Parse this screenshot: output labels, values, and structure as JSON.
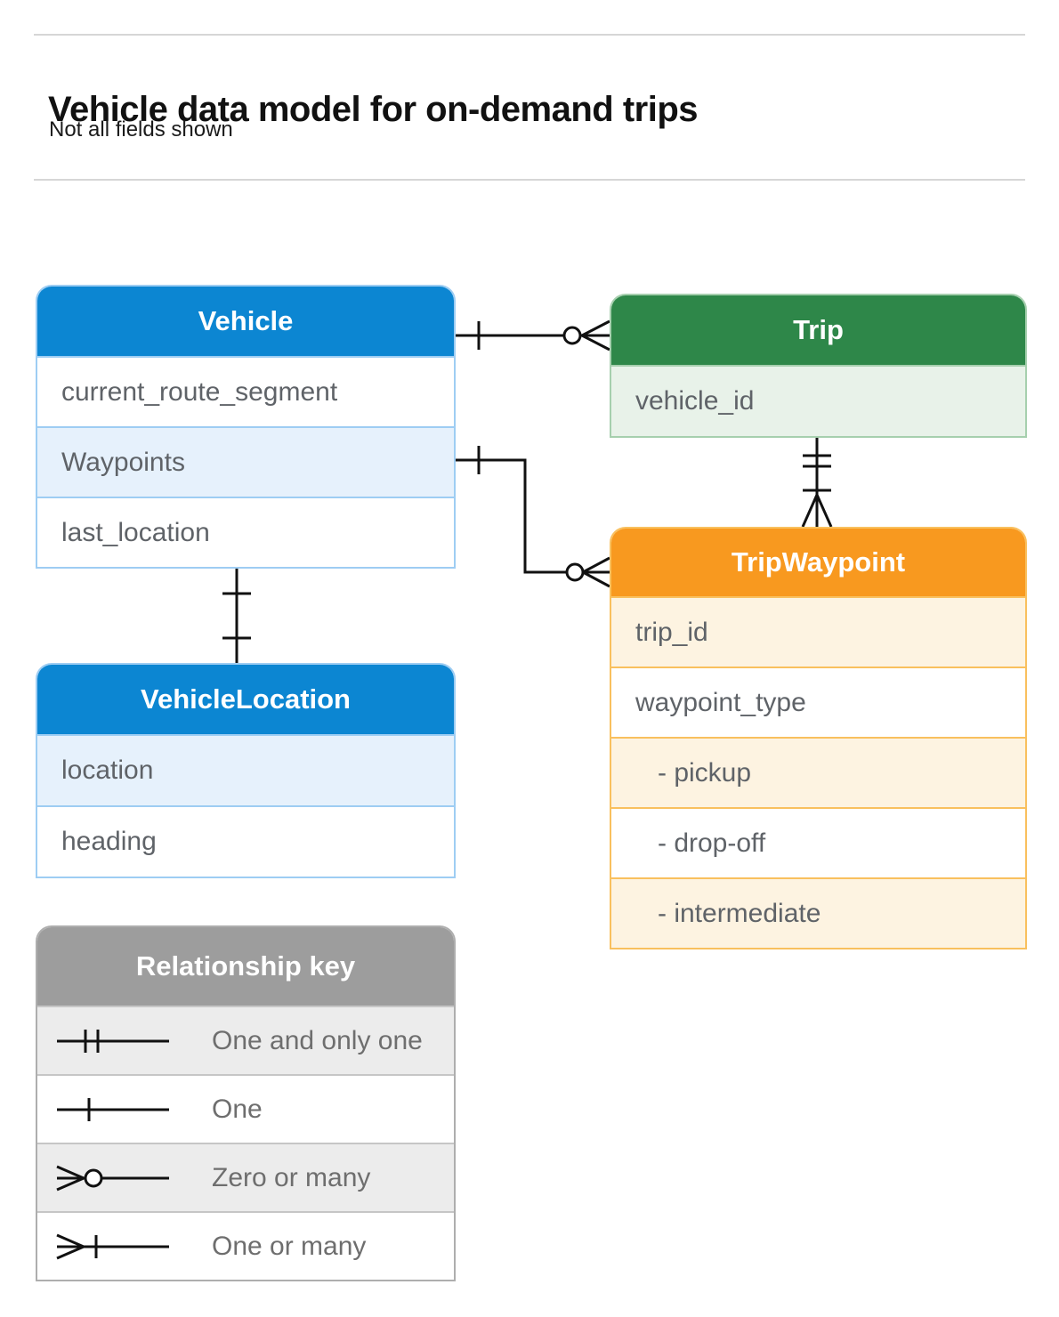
{
  "page": {
    "title": "Vehicle data model for on-demand trips",
    "subtitle": "Not all fields shown"
  },
  "entities": {
    "vehicle": {
      "name": "Vehicle",
      "theme": "blue",
      "fields": [
        {
          "name": "current_route_segment"
        },
        {
          "name": "Waypoints"
        },
        {
          "name": "last_location"
        }
      ]
    },
    "trip": {
      "name": "Trip",
      "theme": "green",
      "fields": [
        {
          "name": "vehicle_id"
        }
      ]
    },
    "trip_waypoint": {
      "name": "TripWaypoint",
      "theme": "orange",
      "fields": [
        {
          "name": "trip_id"
        },
        {
          "name": "waypoint_type"
        },
        {
          "name": "- pickup",
          "indent": true
        },
        {
          "name": "- drop-off",
          "indent": true
        },
        {
          "name": "- intermediate",
          "indent": true
        }
      ]
    },
    "vehicle_location": {
      "name": "VehicleLocation",
      "theme": "blue",
      "fields": [
        {
          "name": "location"
        },
        {
          "name": "heading"
        }
      ]
    }
  },
  "relationships": [
    {
      "from": "Vehicle",
      "to": "Trip",
      "from_cardinality": "one",
      "to_cardinality": "zero-or-many"
    },
    {
      "from": "Vehicle.Waypoints",
      "to": "TripWaypoint",
      "from_cardinality": "one",
      "to_cardinality": "zero-or-many"
    },
    {
      "from": "Trip",
      "to": "TripWaypoint",
      "from_cardinality": "one-and-only-one",
      "to_cardinality": "one-or-many"
    },
    {
      "from": "Vehicle",
      "to": "VehicleLocation",
      "from_cardinality": "one",
      "to_cardinality": "one"
    }
  ],
  "legend": {
    "title": "Relationship key",
    "items": [
      {
        "symbol": "one-and-only-one-icon",
        "label": "One and only one"
      },
      {
        "symbol": "one-icon",
        "label": "One"
      },
      {
        "symbol": "zero-or-many-icon",
        "label": "Zero or many"
      },
      {
        "symbol": "one-or-many-icon",
        "label": "One or many"
      }
    ]
  },
  "colors": {
    "blue_header": "#0c86d2",
    "blue_light_row": "#e6f1fc",
    "blue_border": "#9ecdf3",
    "green_header": "#2e8749",
    "green_light_row": "#e8f2e9",
    "green_border": "#a6cfae",
    "orange_header": "#f8991f",
    "orange_light_row": "#fdf3e1",
    "orange_border": "#f9c05e",
    "gray_header": "#9d9d9d",
    "gray_light_row": "#ececec",
    "connector": "#111111"
  }
}
